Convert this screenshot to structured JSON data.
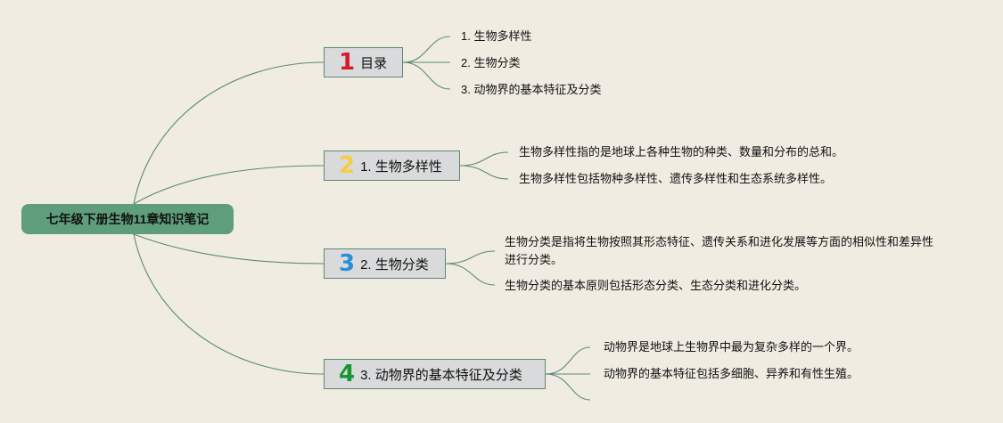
{
  "root": {
    "title": "七年级下册生物11章知识笔记"
  },
  "branches": [
    {
      "number": "1",
      "number_color": "#d7192c",
      "label": "目录",
      "leaves": [
        "1. 生物多样性",
        "2. 生物分类",
        "3. 动物界的基本特征及分类"
      ]
    },
    {
      "number": "2",
      "number_color": "#f2cf43",
      "label": "1. 生物多样性",
      "leaves": [
        "生物多样性指的是地球上各种生物的种类、数量和分布的总和。",
        "生物多样性包括物种多样性、遗传多样性和生态系统多样性。"
      ]
    },
    {
      "number": "3",
      "number_color": "#2a8fd6",
      "label": "2. 生物分类",
      "leaves": [
        "生物分类是指将生物按照其形态特征、遗传关系和进化发展等方面的相似性和差异性进行分类。",
        "生物分类的基本原则包括形态分类、生态分类和进化分类。"
      ]
    },
    {
      "number": "4",
      "number_color": "#15962f",
      "label": "3. 动物界的基本特征及分类",
      "leaves": [
        "动物界是地球上生物界中最为复杂多样的一个界。",
        "动物界的基本特征包括多细胞、异养和有性生殖。"
      ]
    }
  ],
  "colors": {
    "background": "#f0ece2",
    "root_fill": "#5e9e7c",
    "branch_fill": "#d9dadb",
    "line": "#5a8a74"
  }
}
